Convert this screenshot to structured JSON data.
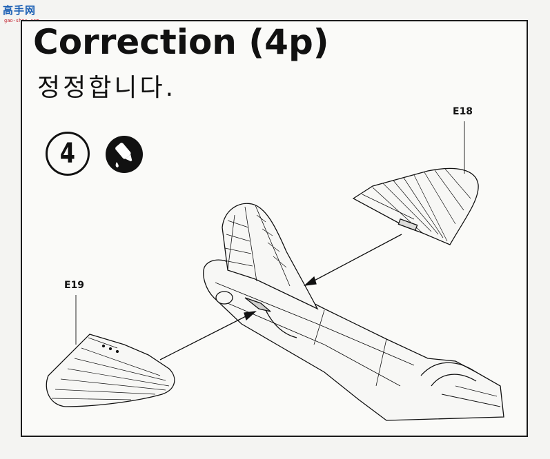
{
  "watermark": {
    "logo_text": "高手网",
    "url": "gao-shou.com"
  },
  "title": "Correction (4p)",
  "subtitle": "정정합니다.",
  "step": {
    "number": "4"
  },
  "icons": {
    "glue": "glue-bottle-icon"
  },
  "parts": {
    "e18": "E18",
    "e19": "E19"
  }
}
